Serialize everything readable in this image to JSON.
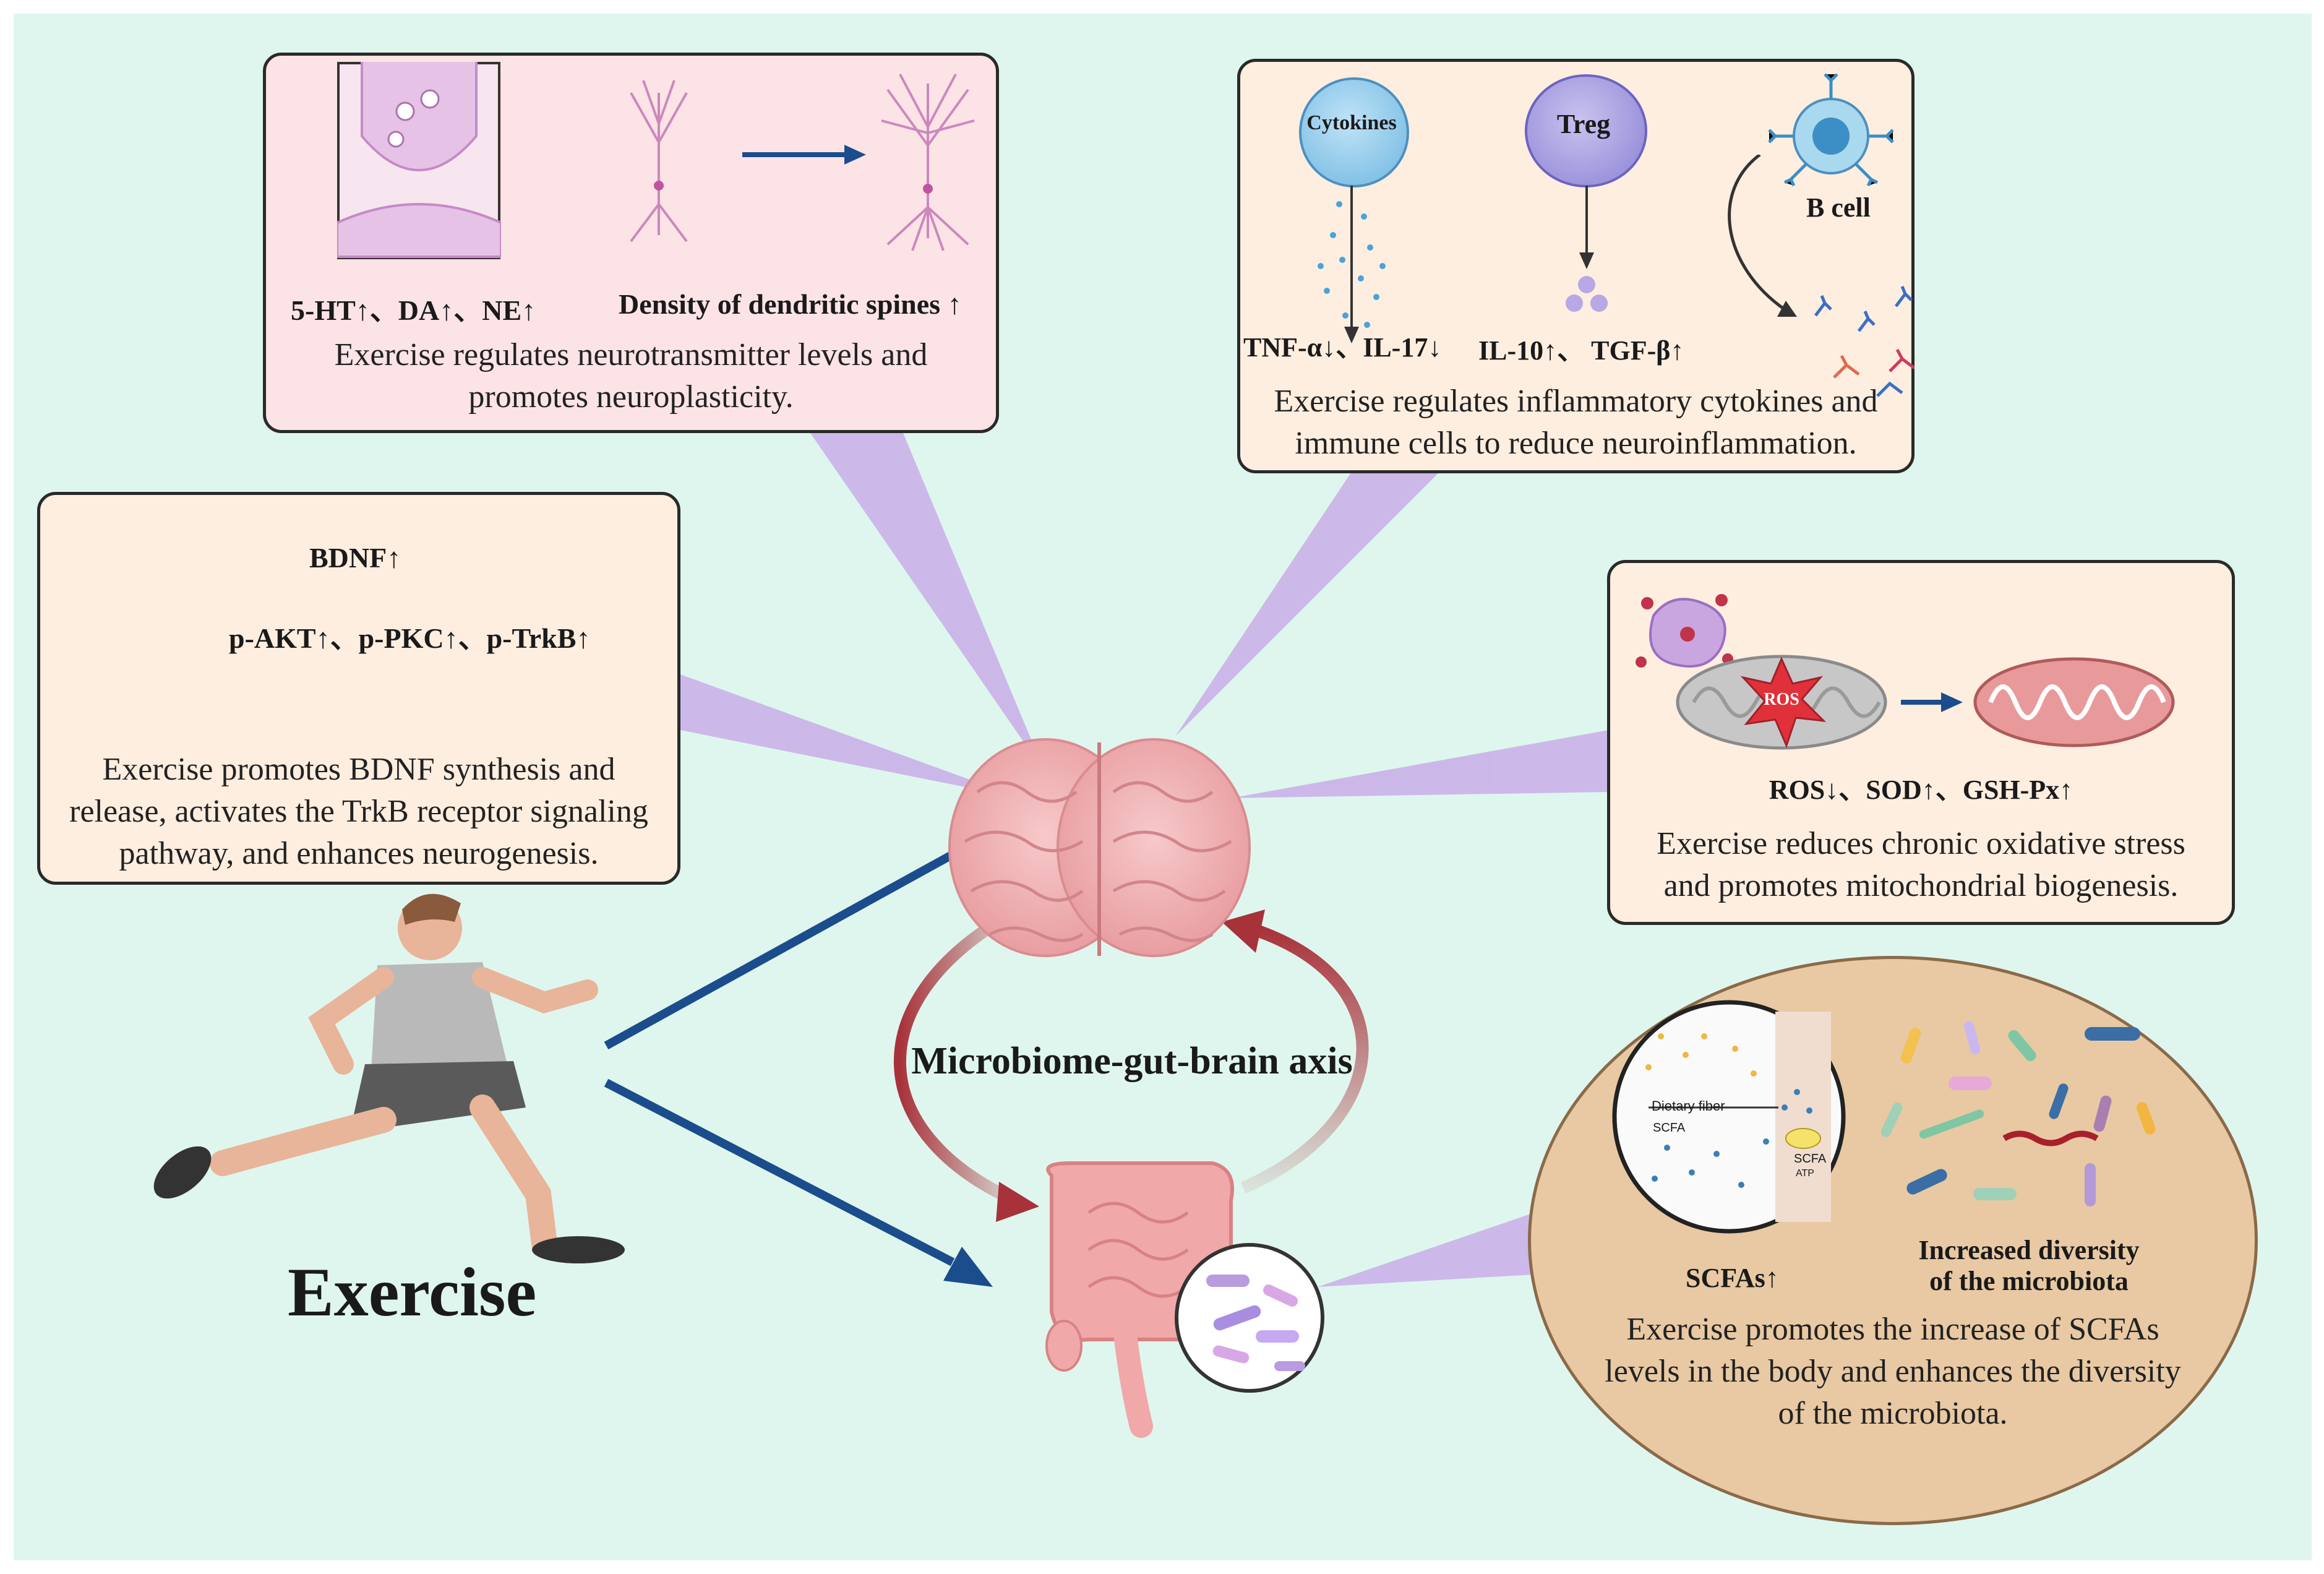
{
  "colors": {
    "background": "#dff6ee",
    "panel_pink": "#fbe3e6",
    "panel_peach": "#fdeee0",
    "panel_tan": "#e8c9a3",
    "beam": "#c9aee8",
    "arrow_blue": "#1b4d8c",
    "arrow_red": "#a8323a",
    "brain": "#f1b3b5",
    "neuron": "#cc88bb"
  },
  "center": {
    "axis_label": "Microbiome-gut-brain axis"
  },
  "exercise": {
    "label": "Exercise"
  },
  "neuro_panel": {
    "markers": "5-HT↑、DA↑、NE↑",
    "dendrite_label": "Density of dendritic spines ↑",
    "caption_line1": "Exercise regulates neurotransmitter levels and",
    "caption_line2": "promotes neuroplasticity."
  },
  "immune_panel": {
    "cytokines_label": "Cytokines",
    "treg_label": "Treg",
    "bcell_label": "B cell",
    "markers_a": "TNF-α↓、IL-17↓",
    "markers_b": "IL-10↑、 TGF-β↑",
    "caption_line1": "Exercise regulates inflammatory cytokines and",
    "caption_line2": "immune cells to reduce neuroinflammation."
  },
  "bdnf_panel": {
    "bdnf_label": "BDNF↑",
    "signaling_label": "p-AKT↑、p-PKC↑、p-TrkB↑",
    "caption_line1": "Exercise promotes BDNF synthesis and",
    "caption_line2": "release, activates the TrkB receptor signaling",
    "caption_line3": "pathway, and enhances neurogenesis."
  },
  "oxidative_panel": {
    "ros_badge": "ROS",
    "markers": "ROS↓、SOD↑、GSH-Px↑",
    "caption_line1": "Exercise reduces chronic oxidative stress",
    "caption_line2": "and promotes mitochondrial biogenesis."
  },
  "microbiota_panel": {
    "dietary_fiber": "Dietary fiber",
    "scfa_small": "SCFA",
    "scfa_small2": "SCFA",
    "atp": "ATP",
    "scfa_label": "SCFAs↑",
    "diversity_line1": "Increased diversity",
    "diversity_line2": "of the microbiota",
    "caption_line1": "Exercise promotes the increase of SCFAs",
    "caption_line2": "levels in the body and enhances the diversity",
    "caption_line3": "of the microbiota."
  }
}
